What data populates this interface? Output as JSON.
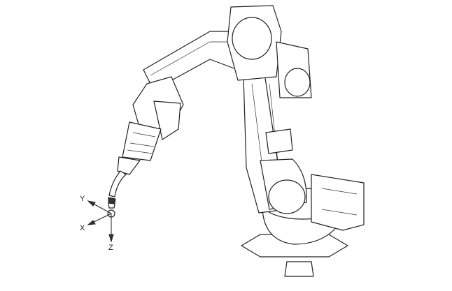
{
  "axes": {
    "x_label": "X",
    "y_label": "Y",
    "z_label": "Z"
  },
  "colors": {
    "line": "#222222",
    "background": "#ffffff"
  }
}
